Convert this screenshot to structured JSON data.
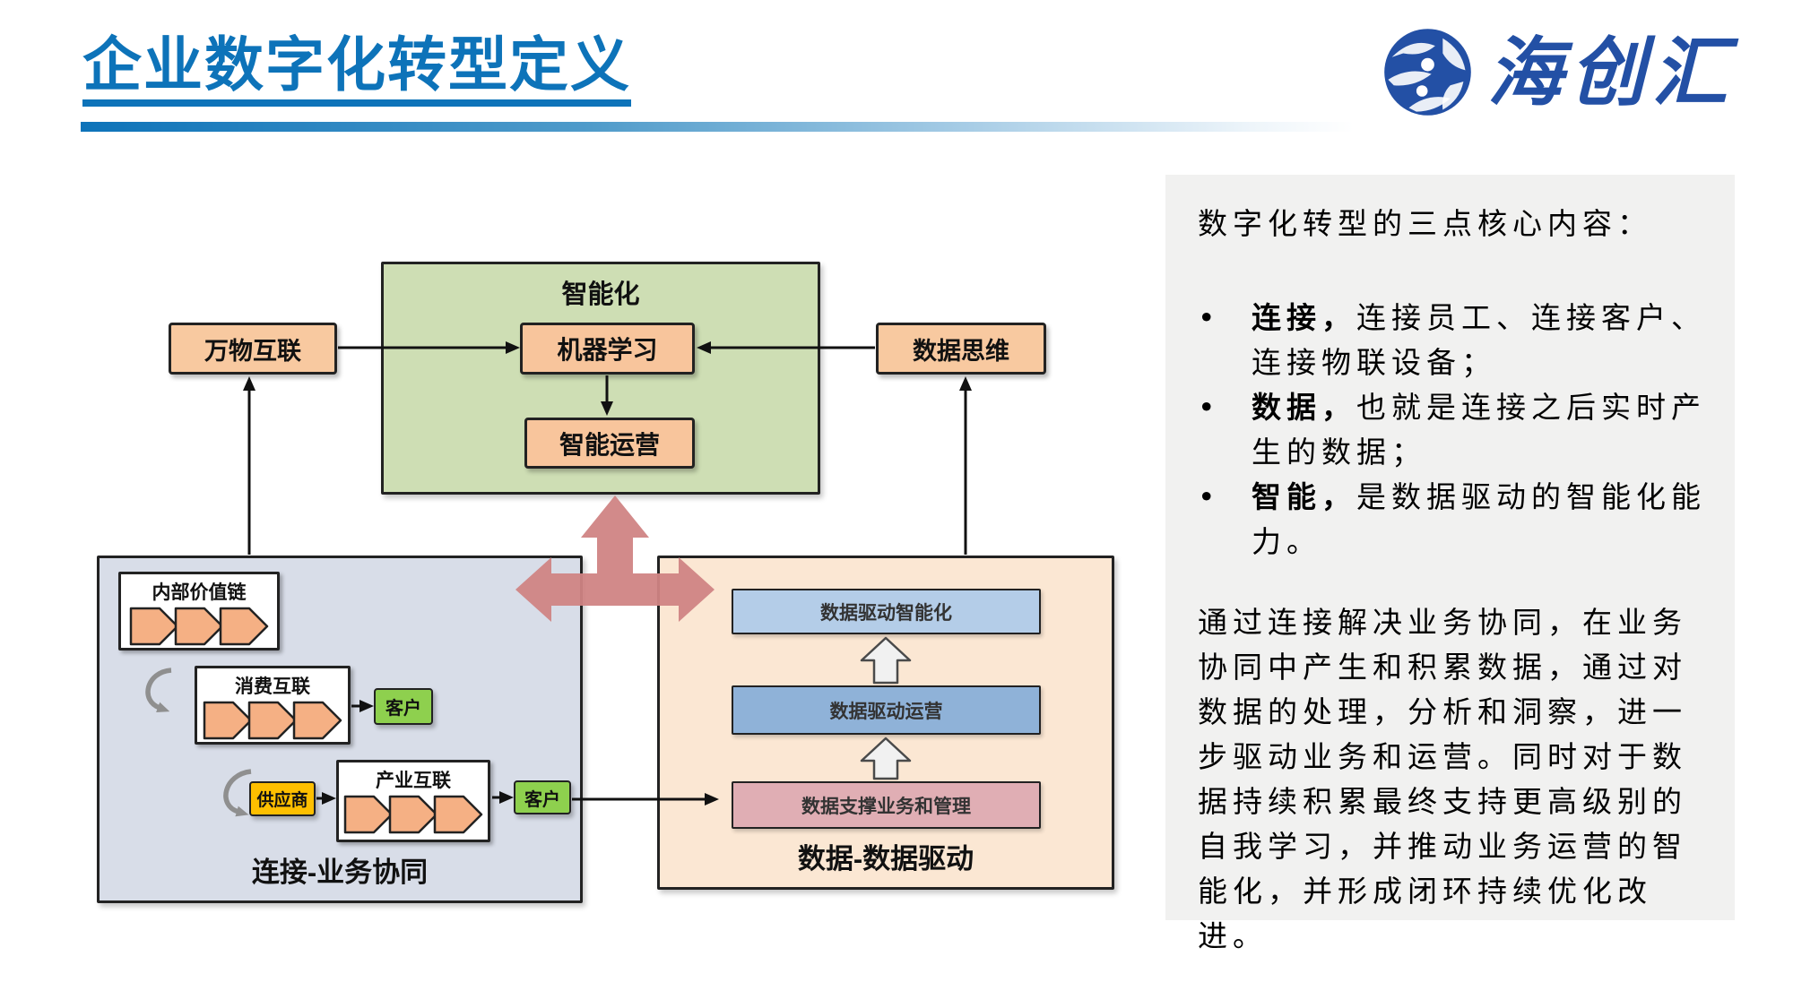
{
  "title": "企业数字化转型定义",
  "logo": {
    "text": "海创汇"
  },
  "colors": {
    "title_blue": "#0d73b9",
    "logo_blue": "#2350a5",
    "green_container": "#cedeb4",
    "blue_container": "#d8dde8",
    "orange_container": "#fbe7d3",
    "peach_node": "#f8c59c",
    "customer_green": "#8ed04e",
    "supplier_yellow": "#febf00",
    "bar_light_blue": "#b4cde8",
    "bar_mid_blue": "#8fb2d8",
    "bar_pink": "#e0aeb4",
    "chevron_orange": "#f5b084",
    "cross_arrow_red": "#d08484",
    "panel_bg": "#f1f1f0"
  },
  "diagram": {
    "wanwu": "万物互联",
    "shuju_siwei": "数据思维",
    "zhinenghua": "智能化",
    "jiqixuexi": "机器学习",
    "zhinengyunying": "智能运营",
    "neibujiazhilian": "内部价值链",
    "xiaofeihulian": "消费互联",
    "chanyehulian": "产业互联",
    "kehu_1": "客户",
    "kehu_2": "客户",
    "gongyingshang": "供应商",
    "lianjie_caption": "连接-业务协同",
    "bar_zhinenghua": "数据驱动智能化",
    "bar_yunying": "数据驱动运营",
    "bar_zhicheng": "数据支撑业务和管理",
    "shuju_caption": "数据-数据驱动"
  },
  "panel": {
    "heading": "数字化转型的三点核心内容：",
    "bullets": [
      {
        "marker": "•",
        "lead": "连接，",
        "rest": "连接员工、连接客户、连接物联设备；"
      },
      {
        "marker": "•",
        "lead": "数据，",
        "rest": "也就是连接之后实时产生的数据；"
      },
      {
        "marker": "•",
        "lead": "智能，",
        "rest": "是数据驱动的智能化能力。"
      }
    ],
    "paragraph": "通过连接解决业务协同，在业务协同中产生和积累数据，通过对数据的处理，分析和洞察，进一步驱动业务和运营。同时对于数据持续积累最终支持更高级别的自我学习，并推动业务运营的智能化，并形成闭环持续优化改进。"
  }
}
